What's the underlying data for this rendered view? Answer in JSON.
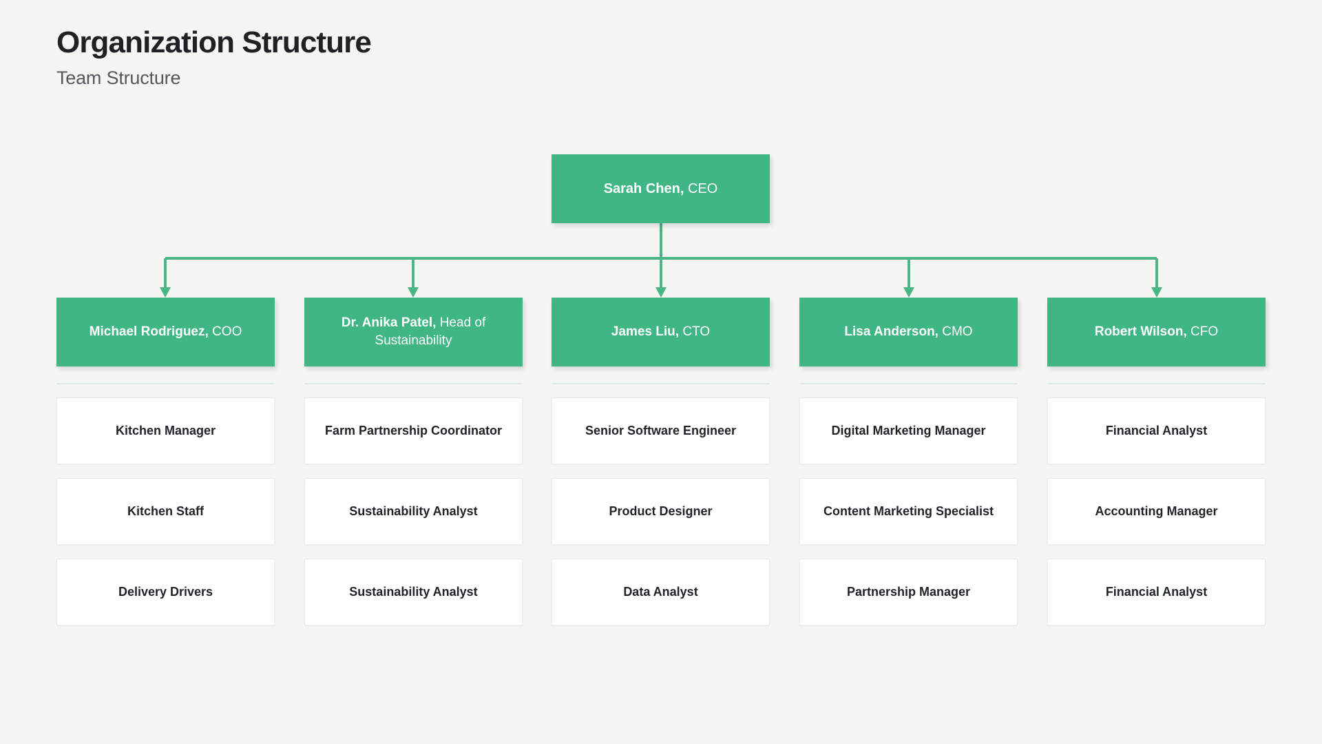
{
  "header": {
    "title": "Organization Structure",
    "subtitle": "Team Structure"
  },
  "colors": {
    "node_green": "#3fb683",
    "connector_green": "#4bb584",
    "background": "#f5f5f4",
    "card_background": "#ffffff",
    "card_border": "#e6eeea",
    "divider": "#dde9e4",
    "title_text": "#202124",
    "subtitle_text": "#55595e",
    "card_text": "#1f2326",
    "node_text": "#ffffff"
  },
  "chart_data": {
    "type": "diagram",
    "diagram_type": "org-chart",
    "title": "Organization Structure",
    "subtitle": "Team Structure",
    "levels": 3,
    "root": {
      "name": "Sarah Chen,",
      "role": "CEO"
    },
    "branches": [
      {
        "manager": {
          "name": "Michael Rodriguez,",
          "role": "COO"
        },
        "reports": [
          "Kitchen Manager",
          "Kitchen Staff",
          "Delivery Drivers"
        ]
      },
      {
        "manager": {
          "name": "Dr. Anika Patel,",
          "role": "Head of Sustainability"
        },
        "reports": [
          "Farm Partnership Coordinator",
          "Sustainability Analyst",
          "Sustainability Analyst"
        ]
      },
      {
        "manager": {
          "name": "James Liu,",
          "role": "CTO"
        },
        "reports": [
          "Senior Software Engineer",
          "Product Designer",
          "Data Analyst"
        ]
      },
      {
        "manager": {
          "name": "Lisa Anderson,",
          "role": "CMO"
        },
        "reports": [
          "Digital Marketing Manager",
          "Content Marketing Specialist",
          "Partnership Manager"
        ]
      },
      {
        "manager": {
          "name": "Robert Wilson,",
          "role": "CFO"
        },
        "reports": [
          "Financial Analyst",
          "Accounting Manager",
          "Financial Analyst"
        ]
      }
    ]
  }
}
